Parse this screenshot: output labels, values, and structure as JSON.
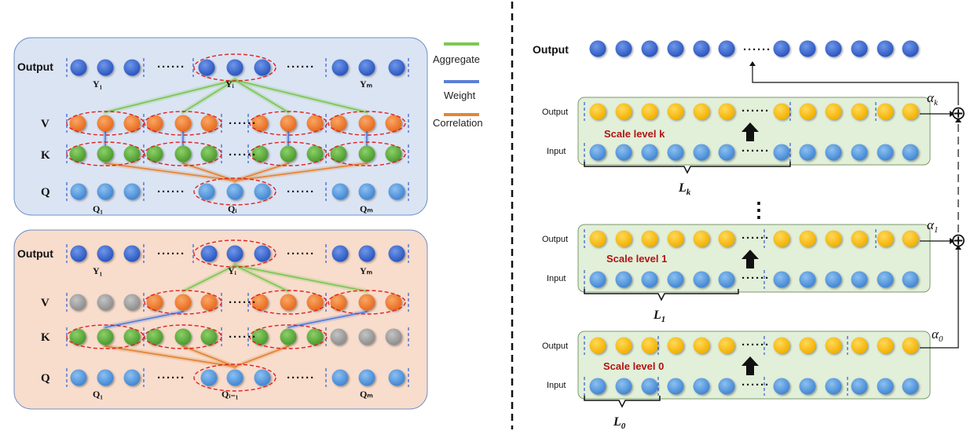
{
  "colors": {
    "blue_dark": "#2f5fcf",
    "blue_light": "#4f93dc",
    "orange": "#f07a2a",
    "green": "#5aa83a",
    "gray": "#9a9a9a",
    "yellow": "#f7bd0e",
    "panel_blue": "#dbe4f3",
    "panel_peach": "#f8dccc",
    "panel_green": "#e2efd9",
    "aggregate_line": "#7ec657",
    "weight_line": "#5b7fd6",
    "correlation_line": "#e0873a",
    "ellipse_red": "#e02020"
  },
  "left": {
    "top_panel": {
      "rows": [
        {
          "key": "output",
          "label": "Output"
        },
        {
          "key": "v",
          "label": "V"
        },
        {
          "key": "k",
          "label": "K"
        },
        {
          "key": "q",
          "label": "Q"
        }
      ],
      "dots": "······",
      "y_labels": {
        "first": "Y₁",
        "mid": "Yᵢ",
        "last": "Yₘ"
      },
      "q_labels": {
        "first": "Q₁",
        "mid": "Qᵢ",
        "last": "Qₘ"
      }
    },
    "bottom_panel": {
      "rows": [
        {
          "key": "output",
          "label": "Output"
        },
        {
          "key": "v",
          "label": "V"
        },
        {
          "key": "k",
          "label": "K"
        },
        {
          "key": "q",
          "label": "Q"
        }
      ],
      "dots": "······",
      "y_labels": {
        "first": "Y₁",
        "mid": "Yᵢ",
        "last": "Yₘ"
      },
      "q_labels": {
        "first": "Q₁",
        "mid": "Qᵢ₋₁",
        "last": "Qₘ"
      }
    }
  },
  "legend": [
    {
      "icon": "aggregate-line",
      "label": "Aggregate"
    },
    {
      "icon": "weight-line",
      "label": "Weight"
    },
    {
      "icon": "correlation-line",
      "label": "Correlation"
    }
  ],
  "right": {
    "top_output_label": "Output",
    "dots": "······",
    "vertical_dots": "⋮",
    "panels": [
      {
        "scale_label": "Scale level k",
        "output_label": "Output",
        "input_label": "Input",
        "segment_label": "L",
        "segment_sub": "k",
        "alpha_label": "α",
        "alpha_sub": "k"
      },
      {
        "scale_label": "Scale level 1",
        "output_label": "Output",
        "input_label": "Input",
        "segment_label": "L",
        "segment_sub": "1",
        "alpha_label": "α",
        "alpha_sub": "1"
      },
      {
        "scale_label": "Scale level 0",
        "output_label": "Output",
        "input_label": "Input",
        "segment_label": "L",
        "segment_sub": "0",
        "alpha_label": "α",
        "alpha_sub": "0"
      }
    ],
    "sum_symbol": "⊕"
  }
}
